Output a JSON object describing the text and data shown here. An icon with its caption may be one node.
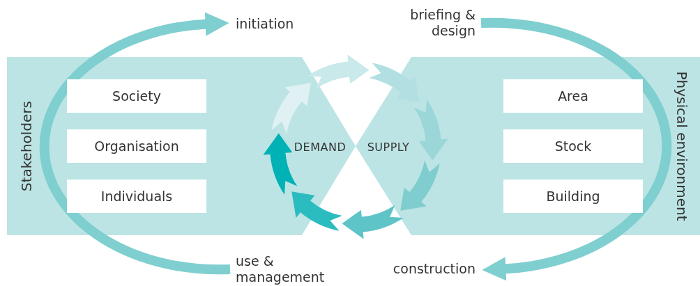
{
  "diagram": {
    "nodes": [
      {
        "text": [
          "Stakeholders"
        ]
      },
      {
        "text": [
          "Society"
        ],
        "in": 0
      },
      {
        "text": [
          "Organisation"
        ],
        "in": 0
      },
      {
        "text": [
          "Individuals"
        ],
        "in": 0
      },
      {
        "text": [
          "Physical environment"
        ]
      },
      {
        "text": [
          "Area"
        ],
        "in": 4
      },
      {
        "text": [
          "Stock"
        ],
        "in": 4
      },
      {
        "text": [
          "Building"
        ],
        "in": 4
      },
      {
        "text": [
          "initiation"
        ]
      },
      {
        "text": [
          "briefing & design"
        ]
      },
      {
        "text": [
          "construction"
        ]
      },
      {
        "text": [
          "use & management"
        ]
      }
    ],
    "edges": [
      {
        "from": 11,
        "to": 8,
        "arrow": "to"
      },
      {
        "from": 9,
        "to": 10,
        "arrow": "to"
      }
    ],
    "labels": [
      "DEMAND",
      "SUPPLY"
    ]
  }
}
